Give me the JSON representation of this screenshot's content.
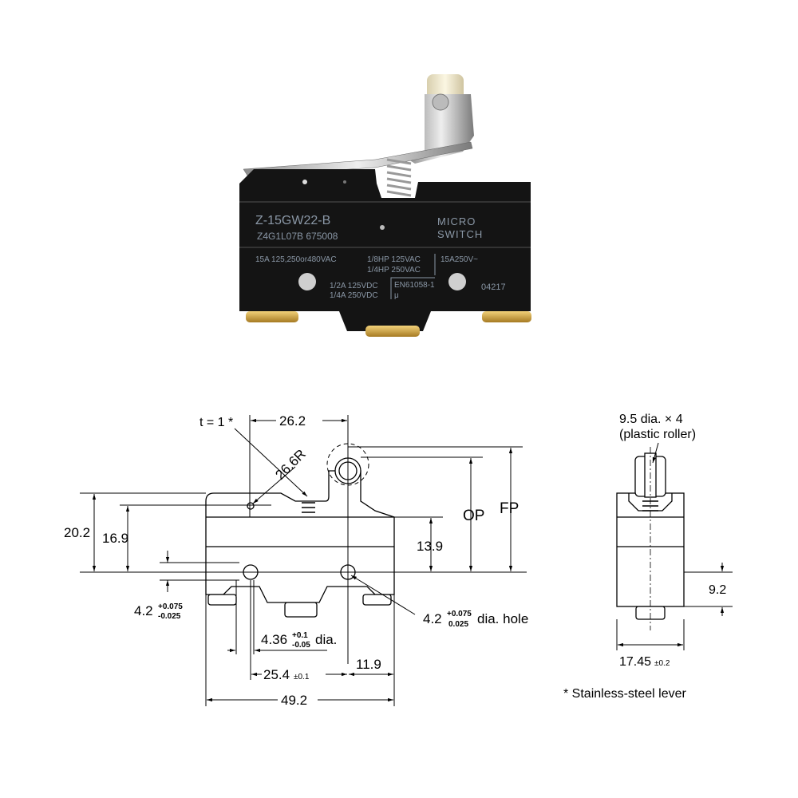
{
  "product_photo": {
    "model": "Z-15GW22-B",
    "code_line": "Z4G1L07B  675008",
    "brand_line1": "MICRO",
    "brand_line2": "SWITCH",
    "rating_ac": "15A 125,250or480VAC",
    "rating_hp1": "1/8HP 125VAC",
    "rating_hp2": "1/4HP 250VAC",
    "rating_v": "15A250V~",
    "rating_dc1": "1/2A 125VDC",
    "rating_dc2": "1/4A 250VDC",
    "standard": "EN61058-1",
    "mu": "μ",
    "date_code": "04217"
  },
  "drawing": {
    "thickness_note": "t = 1 *",
    "dim_lever_length": "26.2",
    "dim_radius": "26.6R",
    "dim_height_total": "20.2",
    "dim_height_pivot": "16.9",
    "dim_height_plunger": "13.9",
    "label_op": "OP",
    "label_fp": "FP",
    "dim_hole_offset": "4.2",
    "dim_hole_offset_tol_plus": "+0.075",
    "dim_hole_offset_tol_minus": "-0.025",
    "dim_terminal_dia": "4.36",
    "dim_terminal_tol_plus": "+0.1",
    "dim_terminal_tol_minus": "-0.05",
    "dim_terminal_suffix": "dia.",
    "dim_hole_dia": "4.2",
    "dim_hole_tol_plus": "+0.075",
    "dim_hole_tol_minus": "0.025",
    "dim_hole_suffix": "dia. hole",
    "dim_hole_pitch": "25.4",
    "dim_hole_pitch_tol": "±0.1",
    "dim_right_edge": "11.9",
    "dim_width": "49.2",
    "roller_note_1": "9.5 dia. × 4",
    "roller_note_2": "(plastic roller)",
    "dim_side_height": "9.2",
    "dim_side_width": "17.45",
    "dim_side_width_tol": "±0.2",
    "footnote": "* Stainless-steel lever"
  }
}
